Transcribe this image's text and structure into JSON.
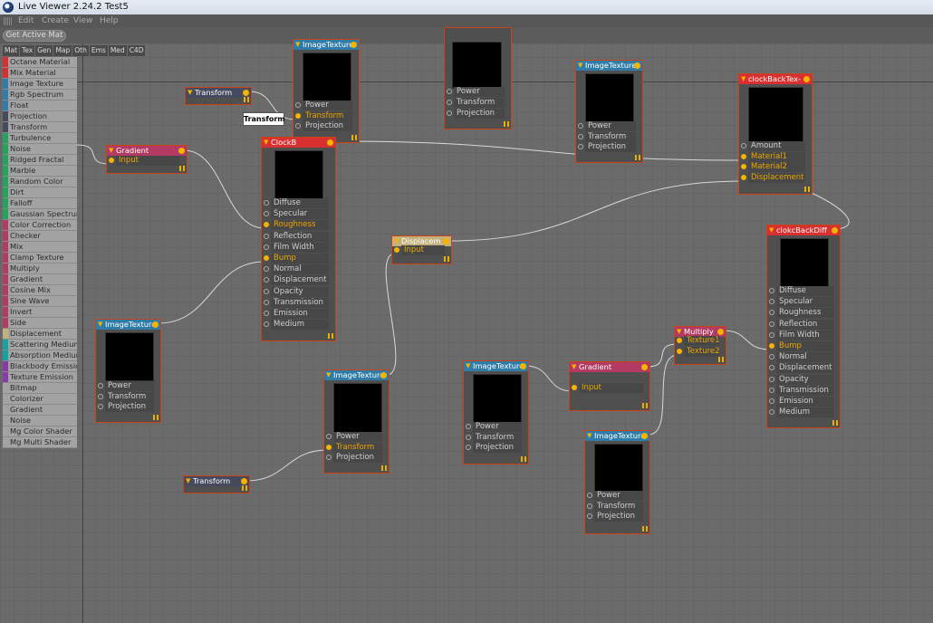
{
  "window": {
    "title": "Live Viewer 2.24.2 Test5"
  },
  "menu": [
    "Edit",
    "Create",
    "View",
    "Help"
  ],
  "toolbar": {
    "get_active_mat": "Get Active Mat"
  },
  "tabs": [
    "Mat",
    "Tex",
    "Gen",
    "Map",
    "Oth",
    "Ems",
    "Med",
    "C4D"
  ],
  "colors": {
    "material": "#d83030",
    "texture": "#2f7ca8",
    "transform": "#454a5e",
    "generator": "#22a35e",
    "mapping": "#b33a62",
    "displacement": "#c4b07c",
    "medium": "#12a4a0",
    "emission": "#8a3aa8",
    "wire_border": "#c8431a",
    "active_port": "#f5b400"
  },
  "palette": [
    {
      "label": "Octane Material",
      "cat": "material"
    },
    {
      "label": "Mix Material",
      "cat": "material"
    },
    {
      "label": "Image Texture",
      "cat": "texture"
    },
    {
      "label": "Rgb Spectrum",
      "cat": "texture"
    },
    {
      "label": "Float",
      "cat": "texture"
    },
    {
      "label": "Projection",
      "cat": "transform"
    },
    {
      "label": "Transform",
      "cat": "transform"
    },
    {
      "label": "Turbulence",
      "cat": "generator"
    },
    {
      "label": "Noise",
      "cat": "generator"
    },
    {
      "label": "Ridged Fractal",
      "cat": "generator"
    },
    {
      "label": "Marble",
      "cat": "generator"
    },
    {
      "label": "Random Color",
      "cat": "generator"
    },
    {
      "label": "Dirt",
      "cat": "generator"
    },
    {
      "label": "Falloff",
      "cat": "generator"
    },
    {
      "label": "Gaussian Spectrum",
      "cat": "generator"
    },
    {
      "label": "Color Correction",
      "cat": "mapping"
    },
    {
      "label": "Checker",
      "cat": "mapping"
    },
    {
      "label": "Mix",
      "cat": "mapping"
    },
    {
      "label": "Clamp Texture",
      "cat": "mapping"
    },
    {
      "label": "Multiply",
      "cat": "mapping"
    },
    {
      "label": "Gradient",
      "cat": "mapping"
    },
    {
      "label": "Cosine Mix",
      "cat": "mapping"
    },
    {
      "label": "Sine Wave",
      "cat": "mapping"
    },
    {
      "label": "Invert",
      "cat": "mapping"
    },
    {
      "label": "Side",
      "cat": "mapping"
    },
    {
      "label": "Displacement",
      "cat": "displacement"
    },
    {
      "label": "Scattering Medium",
      "cat": "medium"
    },
    {
      "label": "Absorption Medium",
      "cat": "medium"
    },
    {
      "label": "Blackbody Emission",
      "cat": "emission"
    },
    {
      "label": "Texture Emission",
      "cat": "emission"
    },
    {
      "label": "Bitmap",
      "cat": ""
    },
    {
      "label": "Colorizer",
      "cat": ""
    },
    {
      "label": "Gradient",
      "cat": ""
    },
    {
      "label": "Noise",
      "cat": ""
    },
    {
      "label": "Mg Color Shader",
      "cat": ""
    },
    {
      "label": "Mg Multi Shader",
      "cat": ""
    }
  ],
  "tooltip": "Transform",
  "nodes": [
    {
      "title": "ImageTexture",
      "cat": "texture",
      "ports": [
        {
          "label": "Power"
        },
        {
          "label": "Transform",
          "active": true
        },
        {
          "label": "Projection"
        }
      ]
    },
    {
      "title": "",
      "cat": "texture",
      "ports": [
        {
          "label": "Power"
        },
        {
          "label": "Transform"
        },
        {
          "label": "Projection"
        }
      ]
    },
    {
      "title": "ImageTexture",
      "cat": "texture",
      "ports": [
        {
          "label": "Power"
        },
        {
          "label": "Transform"
        },
        {
          "label": "Projection"
        }
      ]
    },
    {
      "title": "clockBackTex-",
      "cat": "material",
      "ports": [
        {
          "label": "Amount"
        },
        {
          "label": "Material1",
          "active": true
        },
        {
          "label": "Material2",
          "active": true
        },
        {
          "label": "Displacement",
          "active": true
        }
      ]
    },
    {
      "title": "Transform",
      "cat": "transform",
      "ports": []
    },
    {
      "title": "Gradient",
      "cat": "mapping",
      "ports": [
        {
          "label": "Input",
          "active": true
        }
      ]
    },
    {
      "title": "ClockB",
      "cat": "material",
      "ports": [
        {
          "label": "Diffuse"
        },
        {
          "label": "Specular"
        },
        {
          "label": "Roughness",
          "active": true
        },
        {
          "label": "Reflection"
        },
        {
          "label": "Film Width"
        },
        {
          "label": "Bump",
          "active": true
        },
        {
          "label": "Normal"
        },
        {
          "label": "Displacement"
        },
        {
          "label": "Opacity"
        },
        {
          "label": "Transmission"
        },
        {
          "label": "Emission"
        },
        {
          "label": "Medium"
        }
      ]
    },
    {
      "title": "Displacem",
      "cat": "displacement",
      "ports": [
        {
          "label": "Input",
          "active": true
        }
      ]
    },
    {
      "title": "ImageTexture",
      "cat": "texture",
      "ports": [
        {
          "label": "Power"
        },
        {
          "label": "Transform"
        },
        {
          "label": "Projection"
        }
      ]
    },
    {
      "title": "ImageTexture",
      "cat": "texture",
      "ports": [
        {
          "label": "Power"
        },
        {
          "label": "Transform",
          "active": true
        },
        {
          "label": "Projection"
        }
      ]
    },
    {
      "title": "Transform",
      "cat": "transform",
      "ports": []
    },
    {
      "title": "ImageTexture",
      "cat": "texture",
      "ports": [
        {
          "label": "Power"
        },
        {
          "label": "Transform"
        },
        {
          "label": "Projection"
        }
      ]
    },
    {
      "title": "Gradient",
      "cat": "mapping",
      "ports": [
        {
          "label": "Input",
          "active": true
        }
      ]
    },
    {
      "title": "Multiply",
      "cat": "mapping",
      "ports": [
        {
          "label": "Texture1",
          "active": true
        },
        {
          "label": "Texture2",
          "active": true
        }
      ]
    },
    {
      "title": "ImageTexture",
      "cat": "texture",
      "ports": [
        {
          "label": "Power"
        },
        {
          "label": "Transform"
        },
        {
          "label": "Projection"
        }
      ]
    },
    {
      "title": "clokcBackDiff",
      "cat": "material",
      "ports": [
        {
          "label": "Diffuse"
        },
        {
          "label": "Specular"
        },
        {
          "label": "Roughness"
        },
        {
          "label": "Reflection"
        },
        {
          "label": "Film Width"
        },
        {
          "label": "Bump",
          "active": true
        },
        {
          "label": "Normal"
        },
        {
          "label": "Displacement"
        },
        {
          "label": "Opacity"
        },
        {
          "label": "Transmission"
        },
        {
          "label": "Emission"
        },
        {
          "label": "Medium"
        }
      ]
    }
  ]
}
